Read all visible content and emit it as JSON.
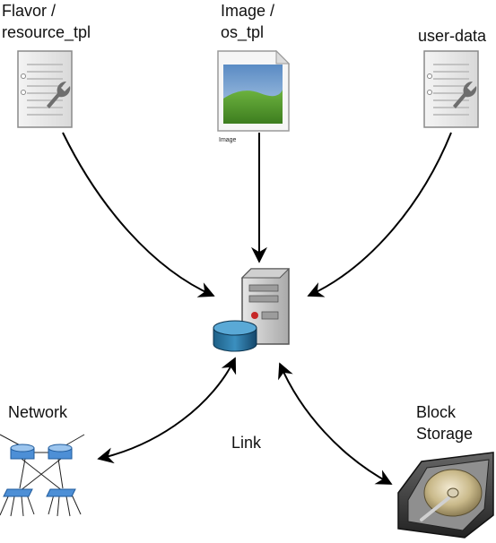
{
  "labels": {
    "flavor_line1": "Flavor /",
    "flavor_line2": "resource_tpl",
    "image_line1": "Image /",
    "image_line2": "os_tpl",
    "image_caption": "Image",
    "userdata": "user-data",
    "network": "Network",
    "link": "Link",
    "block_line1": "Block",
    "block_line2": "Storage"
  },
  "icons": {
    "flavor": "config-document-icon",
    "image": "image-file-icon",
    "userdata": "config-document-icon",
    "compute": "server-icon",
    "database": "database-icon",
    "network": "network-switches-icon",
    "storage": "hard-disk-icon"
  }
}
